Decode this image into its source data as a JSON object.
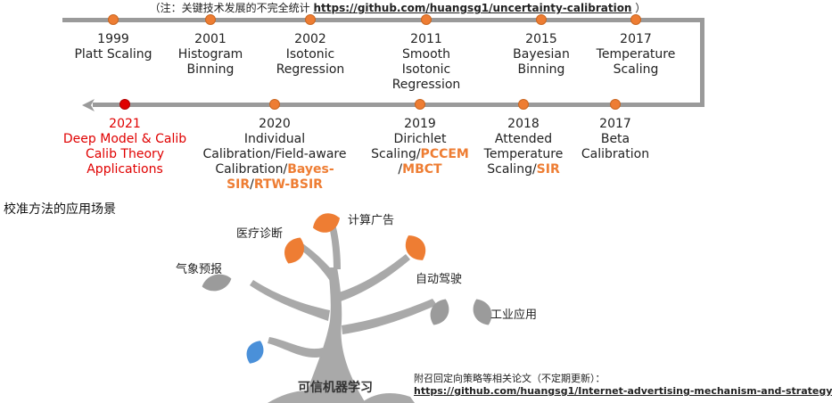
{
  "note": {
    "prefix": "（注：关键技术发展的不完全统计 ",
    "link": "https://github.com/huangsg1/uncertainty-calibration",
    "suffix": " ）"
  },
  "timeline_top": [
    {
      "year": "1999",
      "lines": [
        "Platt Scaling"
      ]
    },
    {
      "year": "2001",
      "lines": [
        "Histogram",
        "Binning"
      ]
    },
    {
      "year": "2002",
      "lines": [
        "Isotonic",
        "Regression"
      ]
    },
    {
      "year": "2011",
      "lines": [
        "Smooth",
        "Isotonic",
        "Regression"
      ]
    },
    {
      "year": "2015",
      "lines": [
        "Bayesian",
        "Binning"
      ]
    },
    {
      "year": "2017",
      "lines": [
        "Temperature",
        "Scaling"
      ]
    }
  ],
  "timeline_bottom": {
    "e2021": {
      "year": "2021",
      "l1": "Deep Model & Calib",
      "l2": "Calib Theory",
      "l3": "Applications"
    },
    "e2020": {
      "year": "2020",
      "l1": "Individual",
      "l2": "Calibration/Field-aware",
      "l3a": "Calibration/",
      "l3b": "Bayes-",
      "l4a": "SIR",
      "l4b": "/",
      "l4c": "RTW-BSIR"
    },
    "e2019": {
      "year": "2019",
      "l1": "Dirichlet",
      "l2a": "Scaling/",
      "l2b": "PCCEM",
      "l3a": "/",
      "l3b": "MBCT"
    },
    "e2018": {
      "year": "2018",
      "l1": "Attended",
      "l2": "Temperature",
      "l3a": "Scaling/",
      "l3b": "SIR"
    },
    "e2017": {
      "year": "2017",
      "l1": "Beta",
      "l2": "Calibration"
    }
  },
  "section_title": "校准方法的应用场景",
  "tree": {
    "root": "可信机器学习",
    "leaves": [
      "医疗诊断",
      "计算广告",
      "气象预报",
      "自动驾驶",
      "工业应用"
    ]
  },
  "footer": {
    "line1": "附召回定向策略等相关论文（不定期更新）：",
    "link": "https://github.com/huangsg1/Internet-advertising-mechanism-and-strategy"
  },
  "colors": {
    "accent": "#ee7d33",
    "highlight_red": "#e00000",
    "line_gray": "#9a9a9a"
  }
}
